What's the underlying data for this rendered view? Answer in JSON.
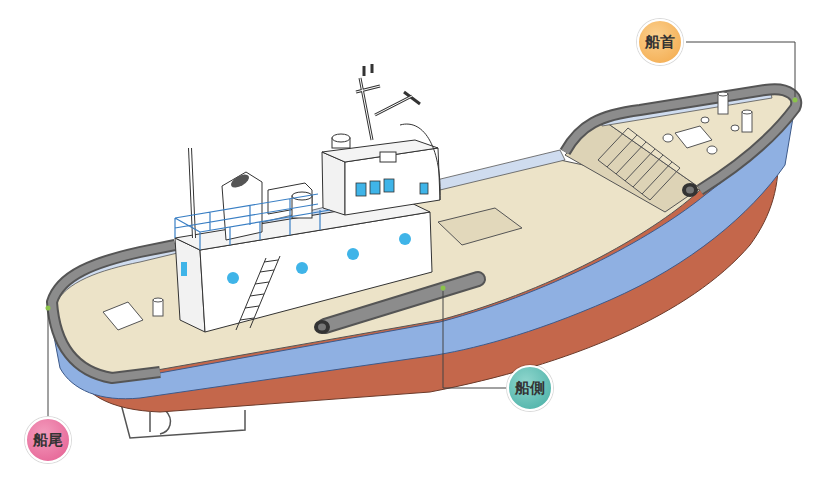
{
  "diagram": {
    "nodes": [
      {
        "text": [
          "船首"
        ]
      },
      {
        "text": [
          "船側"
        ]
      },
      {
        "text": [
          "船尾"
        ]
      }
    ]
  }
}
